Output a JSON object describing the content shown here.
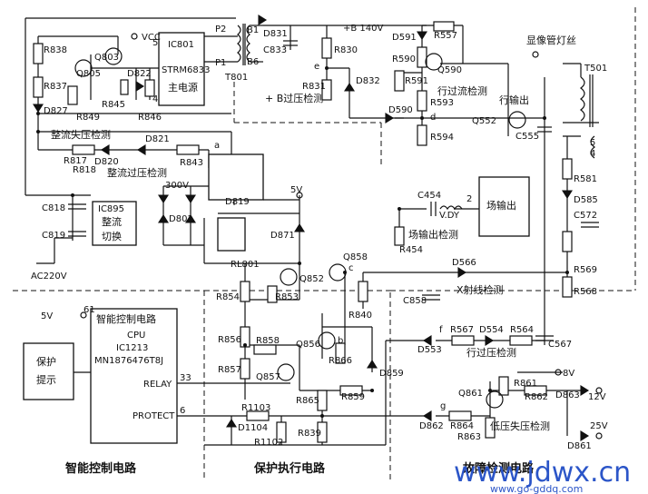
{
  "section_labels": {
    "smart_control": "智能控制电路",
    "protect_exec": "保护执行电路",
    "fault_detect": "故障检测电路"
  },
  "blocks": {
    "ic801": {
      "line1": "IC801",
      "line2": "STRM6833",
      "line3": "主电源",
      "pin5": "5",
      "pin4": "4"
    },
    "ic895": {
      "line1": "IC895",
      "line2": "整流",
      "line3": "切换"
    },
    "cpu": {
      "title": "智能控制电路",
      "line1": "CPU",
      "line2": "IC1213",
      "line3": "MN1876476T8J",
      "relay": "RELAY",
      "relay_pin": "33",
      "protect": "PROTECT",
      "protect_pin": "6",
      "vcc_pin": "61"
    },
    "protect_hint": {
      "line1": "保护",
      "line2": "提示"
    },
    "field_out": {
      "label": "场输出"
    }
  },
  "labels": {
    "vcc": "VCC",
    "plus_b": "+B 140V",
    "v5a": "5V",
    "v5b": "5V",
    "v300": "300V",
    "ac220": "AC220V",
    "v8": "8V",
    "v12": "12V",
    "v25": "25V",
    "crt_filament": "显像管灯丝",
    "vdy": "V.DY",
    "p2": "P2",
    "p1": "P1",
    "b1": "B1",
    "b6": "B6",
    "node_a": "a",
    "node_b": "b",
    "node_c": "c",
    "node_d": "d",
    "node_e": "e",
    "node_f": "f",
    "node_g": "g",
    "pin_2": "2",
    "pin_5": "5",
    "pin_4": "4"
  },
  "detections": {
    "rect_loss": "整流失压检测",
    "rect_over": "整流过压检测",
    "b_over": "+ B过压检测",
    "line_overcurrent": "行过流检测",
    "line_output": "行输出",
    "field_out_detect": "场输出检测",
    "xray": "X射线检测",
    "line_overvolt": "行过压检测",
    "low_volt_loss": "低压失压检测"
  },
  "components": {
    "R838": "R838",
    "R837": "R837",
    "D827": "D827",
    "R849": "R849",
    "Q805": "Q805",
    "Q803": "Q803",
    "D822": "D822",
    "R845": "R845",
    "R846": "R846",
    "T801": "T801",
    "D831": "D831",
    "C833": "C833",
    "R830": "R830",
    "R831": "R831",
    "D832": "D832",
    "D591": "D591",
    "R557": "R557",
    "R590": "R590",
    "R591": "R591",
    "Q590": "Q590",
    "R593": "R593",
    "R594": "R594",
    "D590": "D590",
    "T501": "T501",
    "Q552": "Q552",
    "C555": "C555",
    "R581": "R581",
    "D585": "D585",
    "C572": "C572",
    "R569": "R569",
    "R568": "R568",
    "C567": "C567",
    "D821": "D821",
    "R843": "R843",
    "R817": "R817",
    "D820": "D820",
    "R818": "R818",
    "D819": "D819",
    "C818": "C818",
    "C819": "C819",
    "D801": "D801",
    "RL801": "RL801",
    "D871": "D871",
    "C454": "C454",
    "R454": "R454",
    "Q858": "Q858",
    "D566": "D566",
    "C858": "C858",
    "R840": "R840",
    "R854": "R854",
    "R853": "R853",
    "Q852": "Q852",
    "R856": "R856",
    "R858": "R858",
    "R857": "R857",
    "Q857": "Q857",
    "Q856": "Q856",
    "R866": "R866",
    "D859": "D859",
    "R859": "R859",
    "R865": "R865",
    "R1103": "R1103",
    "D1104": "D1104",
    "R1102": "R1102",
    "R839": "R839",
    "D553": "D553",
    "R567": "R567",
    "D554": "D554",
    "R564": "R564",
    "R861": "R861",
    "Q861": "Q861",
    "R862": "R862",
    "D863": "D863",
    "D862": "D862",
    "R864": "R864",
    "R863": "R863",
    "D861": "D861"
  },
  "watermark": {
    "main": "www.jdwx.cn",
    "sub": "www.go-gddq.com"
  }
}
